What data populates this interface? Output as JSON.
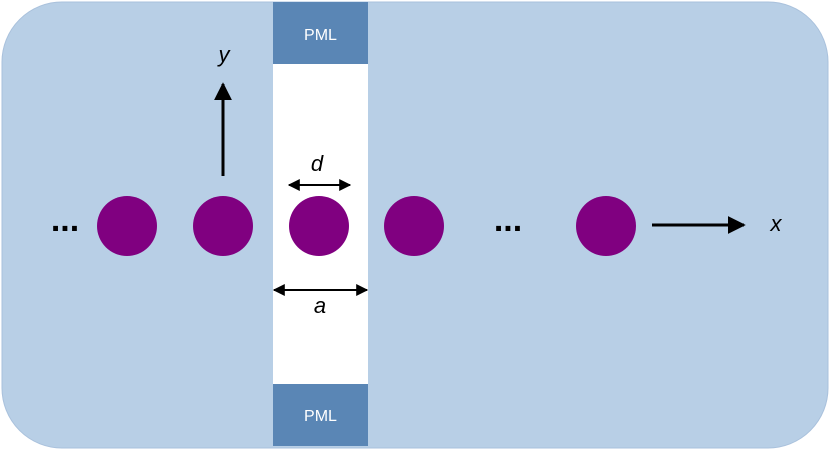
{
  "diagram": {
    "pml_top_label": "PML",
    "pml_bottom_label": "PML",
    "y_axis_label": "y",
    "x_axis_label": "x",
    "d_label": "d",
    "a_label": "a",
    "left_ellipsis": "...",
    "middle_ellipsis": "...",
    "colors": {
      "background": "#b8cfe6",
      "pml": "#5a86b5",
      "cell": "#ffffff",
      "particle": "#800080",
      "arrow": "#000000",
      "label": "#ffffff"
    }
  }
}
